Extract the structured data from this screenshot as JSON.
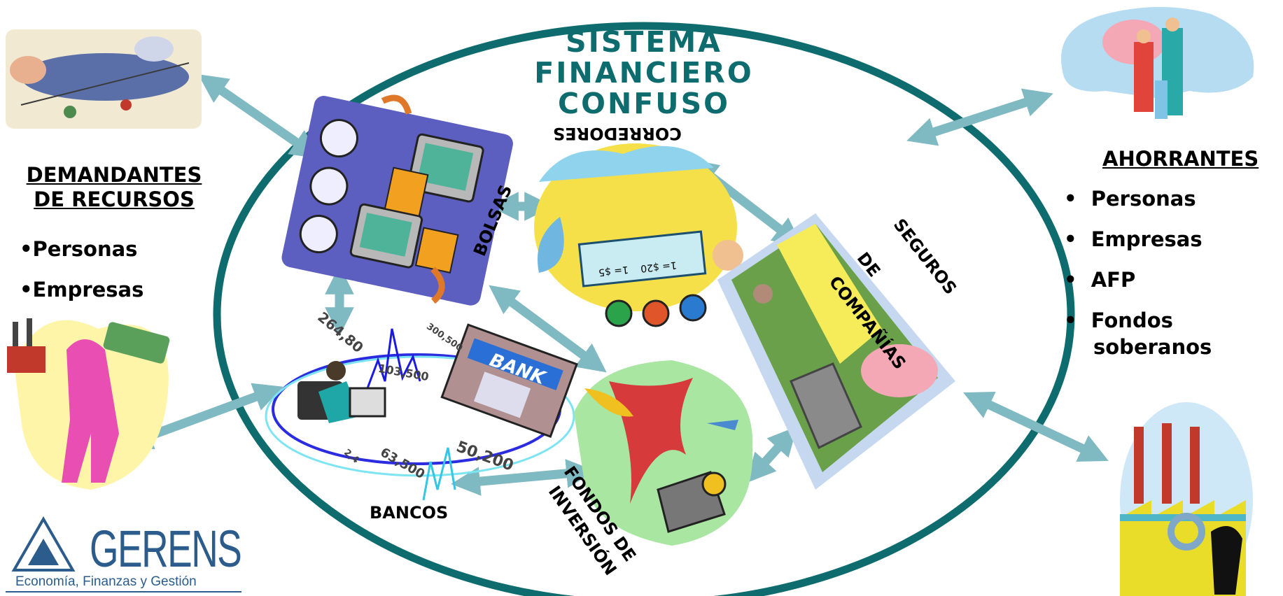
{
  "title": {
    "line1": "SISTEMA",
    "line2": "FINANCIERO",
    "line3": "CONFUSO"
  },
  "demandantes": {
    "heading_line1": "DEMANDANTES",
    "heading_line2": "DE RECURSOS",
    "items": [
      "•Personas",
      "•Empresas"
    ]
  },
  "ahorrantes": {
    "heading": "AHORRANTES",
    "items": [
      "Personas",
      "Empresas",
      "AFP",
      "Fondos",
      "soberanos"
    ]
  },
  "institutions": {
    "bolsas": "BOLSAS",
    "corredores": "CORREDORES",
    "seguros_line1": "COMPAÑÍAS",
    "seguros_line2": "DE",
    "seguros_line3": "SEGUROS",
    "bancos": "BANCOS",
    "fondos_line1": "FONDOS DE",
    "fondos_line2": "INVERSIÓN"
  },
  "bank_figures": [
    "264,80",
    "103,500",
    "300,500",
    "63,500",
    "50,200",
    "2,4"
  ],
  "bank_sign": "BANK",
  "currency_board": [
    "1= $20",
    "1= $5"
  ],
  "logo": {
    "name": "GERENS",
    "tagline": "Economía, Finanzas y Gestión"
  },
  "colors": {
    "ellipse": "#0e6c6e",
    "arrow": "#7fb9c2",
    "title": "#0e6c6e"
  }
}
